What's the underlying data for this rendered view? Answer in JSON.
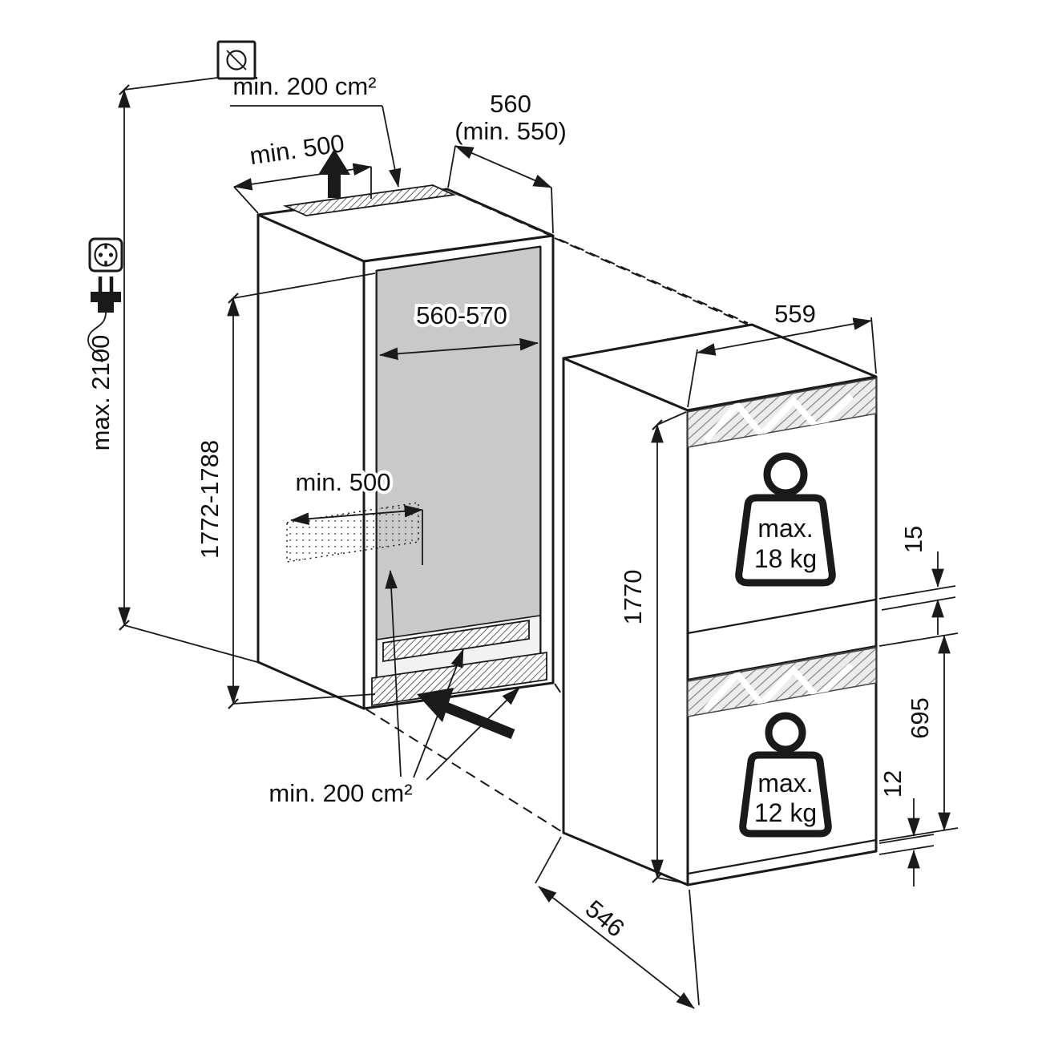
{
  "figure": {
    "type": "appliance-installation-diagram",
    "colors": {
      "line": "#1a1a1a",
      "back_wall": "#c9c9c9",
      "floor": "#f2f2f2",
      "hatch_bg": "#ffffff"
    }
  },
  "labels": {
    "vent_area_top": "min. 200 cm²",
    "clearance_top": "min. 500",
    "niche_depth_value": "560",
    "niche_depth_min": "(min. 550)",
    "niche_width": "560-570",
    "clearance_floor": "min. 500",
    "niche_height": "1772-1788",
    "ceiling_height": "max. 2100",
    "vent_area_bottom": "min. 200 cm²",
    "appliance_width": "559",
    "appliance_height": "1770",
    "top_gap": "15",
    "bottom_door_height": "695",
    "plinth_gap": "12",
    "appliance_depth": "546",
    "upper_door_load": {
      "line1": "max.",
      "line2": "18 kg"
    },
    "lower_door_load": {
      "line1": "max.",
      "line2": "12 kg"
    }
  },
  "icons": {
    "junction_box": "ceiling-junction-box-icon",
    "socket": "power-socket-icon",
    "plug": "power-plug-icon",
    "weight_upper": "weight-18kg-icon",
    "weight_lower": "weight-12kg-icon",
    "airflow_top": "airflow-up-arrow-icon",
    "airflow_bottom": "airflow-in-arrow-icon"
  }
}
